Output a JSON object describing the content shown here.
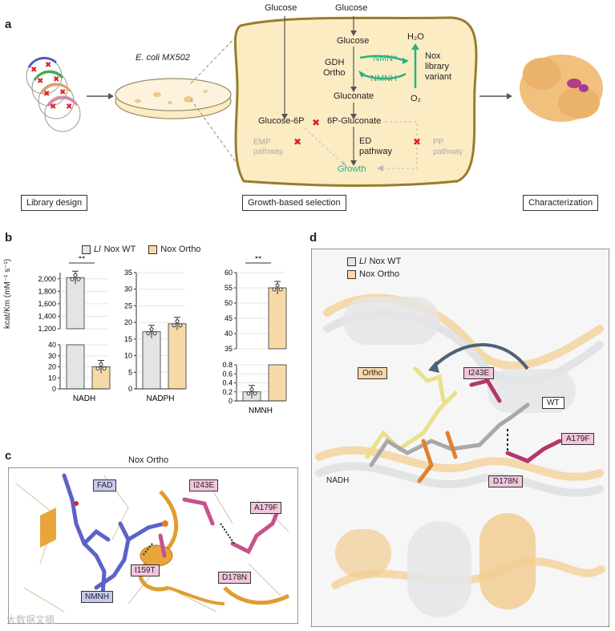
{
  "panel_a": {
    "label": "a",
    "strain": "E. coli MX502",
    "glucose_left": "Glucose",
    "glucose_right": "Glucose",
    "glucose_inner": "Glucose",
    "gdh": "GDH",
    "ortho": "Ortho",
    "nmn_plus": "NMN⁺",
    "nmnh": "NMNH",
    "gluconate": "Gluconate",
    "h2o": "H₂O",
    "o2": "O₂",
    "nox_lines": [
      "Nox",
      "library",
      "variant"
    ],
    "glucose6p": "Glucose-6P",
    "p6_gluconate": "6P-Gluconate",
    "emp_lines": [
      "EMP",
      "pathway"
    ],
    "ed_lines": [
      "ED",
      "pathway"
    ],
    "pp_lines": [
      "PP",
      "pathway"
    ],
    "growth": "Growth",
    "library_design": "Library design",
    "selection": "Growth-based selection",
    "characterization": "Characterization"
  },
  "panel_b": {
    "label": "b",
    "legend": {
      "wt_italic": "Ll",
      "wt_rest": " Nox WT",
      "ortho": "Nox Ortho"
    },
    "ylabel": "kcat/Km (mM⁻¹ s⁻¹)",
    "sig": "**"
  },
  "panel_c": {
    "label": "c",
    "title": "Nox Ortho",
    "labels": {
      "fad": "FAD",
      "i243e": "I243E",
      "a179f": "A179F",
      "i159t": "I159T",
      "d178n": "D178N",
      "nmnh": "NMNH"
    }
  },
  "panel_d": {
    "label": "d",
    "legend": {
      "wt_italic": "Ll",
      "wt_rest": " Nox WT",
      "ortho": "Nox Ortho"
    },
    "labels": {
      "ortho": "Ortho",
      "i243e": "I243E",
      "wt": "WT",
      "a179f": "A179F",
      "d178n": "D178N",
      "nadh": "NADH"
    }
  },
  "watermark": "大数据文摘",
  "colors": {
    "wt": "#e3e4e6",
    "ortho": "#f7d9a8",
    "green": "#2bb07f",
    "cell": "#fbecc4",
    "cellborder": "#9a7d2b",
    "pink": "#f3c6dd"
  },
  "chart_data": [
    {
      "type": "bar",
      "xlabel": "NADH",
      "categories": [
        "Ll Nox WT",
        "Nox Ortho"
      ],
      "values": [
        2020,
        20
      ],
      "ylim_lower": [
        0,
        40
      ],
      "ylim_upper": [
        1200,
        2100
      ],
      "yticks_lower": [
        0,
        10,
        20,
        30,
        40
      ],
      "yticks_upper": [
        1200,
        1400,
        1600,
        1800,
        2000
      ],
      "significance": "**"
    },
    {
      "type": "bar",
      "xlabel": "NADPH",
      "categories": [
        "Ll Nox WT",
        "Nox Ortho"
      ],
      "values": [
        17.2,
        19.6
      ],
      "ylim": [
        0,
        35
      ],
      "yticks": [
        0,
        5,
        10,
        15,
        20,
        25,
        30,
        35
      ]
    },
    {
      "type": "bar",
      "xlabel": "NMNH",
      "categories": [
        "Ll Nox WT",
        "Nox Ortho"
      ],
      "values": [
        0.2,
        55
      ],
      "ylim_lower": [
        0,
        0.8
      ],
      "ylim_upper": [
        35,
        60
      ],
      "yticks_lower": [
        0,
        0.2,
        0.4,
        0.6,
        0.8
      ],
      "yticks_upper": [
        35,
        40,
        45,
        50,
        55,
        60
      ],
      "significance": "**"
    }
  ]
}
